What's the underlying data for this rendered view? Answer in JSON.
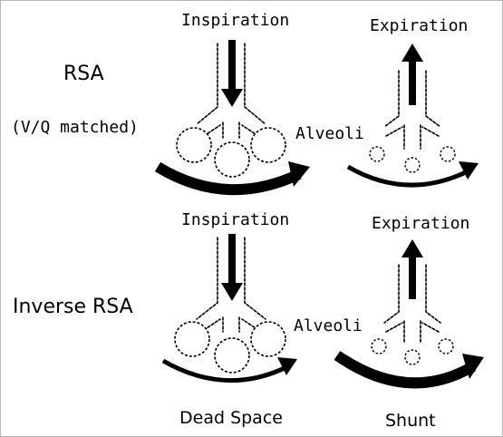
{
  "figure": {
    "rows": [
      {
        "label": "RSA",
        "sublabel": "(V/Q matched)",
        "left_panel": {
          "title": "Inspiration",
          "alveoli_label": "Alveoli"
        },
        "right_panel": {
          "title": "Expiration"
        }
      },
      {
        "label": "Inverse RSA",
        "left_panel": {
          "title": "Inspiration",
          "alveoli_label": "Alveoli",
          "caption": "Dead Space"
        },
        "right_panel": {
          "title": "Expiration",
          "caption": "Shunt"
        }
      }
    ]
  }
}
